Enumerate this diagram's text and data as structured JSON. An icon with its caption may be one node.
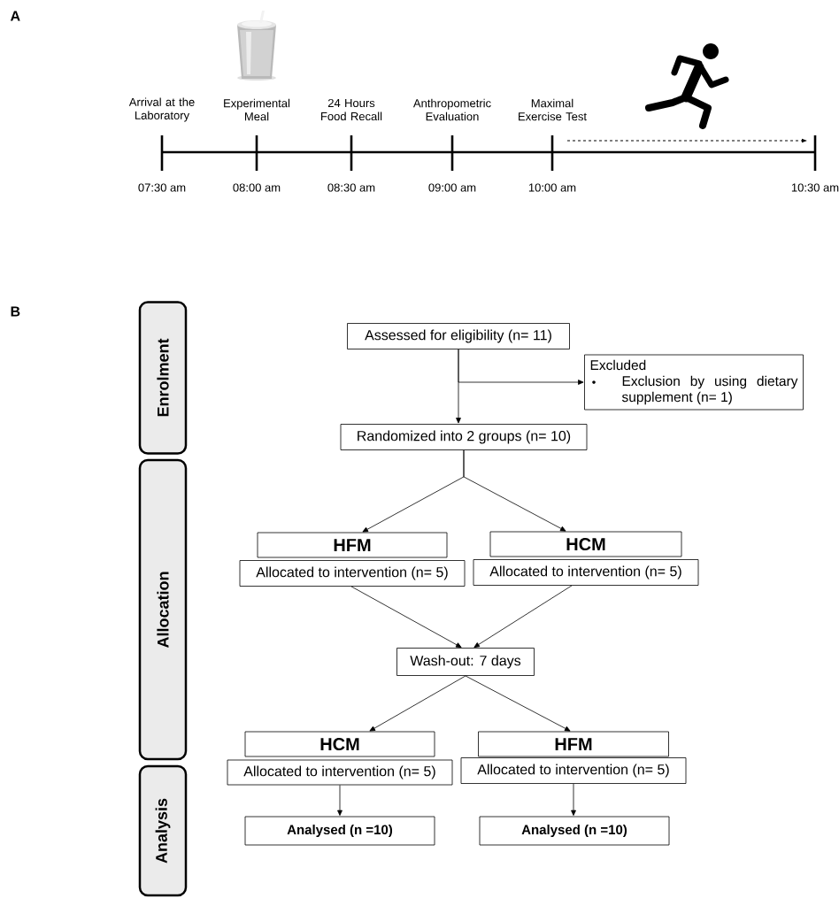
{
  "diagram": {
    "nodes": [
      {
        "text": [
          "Enrolment"
        ]
      },
      {
        "text": [
          "Allocation"
        ]
      },
      {
        "text": [
          "Analysis"
        ]
      },
      {
        "text": [
          "Assessed for eligibility (n= 11)"
        ]
      },
      {
        "text": [
          "Excluded",
          "Exclusion by using dietary supplement (n= 1)"
        ]
      },
      {
        "text": [
          "Randomized into 2 groups (n= 10)"
        ]
      },
      {
        "text": [
          "HFM"
        ]
      },
      {
        "text": [
          "Allocated to intervention (n= 5)"
        ]
      },
      {
        "text": [
          "HCM"
        ]
      },
      {
        "text": [
          "Allocated to intervention (n= 5)"
        ]
      },
      {
        "text": [
          "Wash-out: 7 days"
        ]
      },
      {
        "text": [
          "HCM"
        ]
      },
      {
        "text": [
          "Allocated to intervention (n= 5)"
        ]
      },
      {
        "text": [
          "HFM"
        ]
      },
      {
        "text": [
          "Allocated to intervention (n= 5)"
        ]
      },
      {
        "text": [
          "Analysed (n =10)"
        ]
      },
      {
        "text": [
          "Analysed (n =10)"
        ]
      }
    ],
    "edges": [
      {
        "from": 3,
        "to": 5,
        "arrow": "to"
      },
      {
        "from": 3,
        "to": 4,
        "arrow": "to"
      },
      {
        "from": 5,
        "to": 6,
        "arrow": "to"
      },
      {
        "from": 5,
        "to": 8,
        "arrow": "to"
      },
      {
        "from": 7,
        "to": 10,
        "arrow": "to"
      },
      {
        "from": 9,
        "to": 10,
        "arrow": "to"
      },
      {
        "from": 10,
        "to": 11,
        "arrow": "to"
      },
      {
        "from": 10,
        "to": 13,
        "arrow": "to"
      },
      {
        "from": 12,
        "to": 15,
        "arrow": "to"
      },
      {
        "from": 14,
        "to": 16,
        "arrow": "to"
      }
    ],
    "labels": [
      "A",
      "Arrival at the Laboratory",
      "Experimental Meal",
      "24 Hours Food Recall",
      "Anthropometric Evaluation",
      "Maximal Exercise Test",
      "07:30 am",
      "08:00 am",
      "08:30 am",
      "09:00 am",
      "10:00 am",
      "10:30 am",
      "B"
    ]
  }
}
